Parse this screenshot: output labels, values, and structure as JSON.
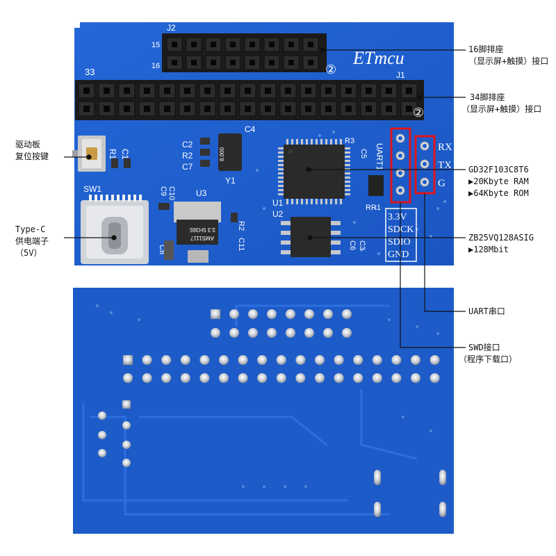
{
  "board": {
    "logo": "ETmcu",
    "silkscreen": {
      "j2": "J2",
      "j2_pin_15": "15",
      "j2_pin_16": "16",
      "j2_mark": "②",
      "j1": "J1",
      "j1_pin_33": "33",
      "j1_mark": "②",
      "sw1": "SW1",
      "r1": "R1",
      "c1": "C1",
      "c2": "C2",
      "r2": "R2",
      "c7": "C7",
      "y1": "Y1",
      "crystal_freq": "8.000",
      "c4": "C4",
      "r3": "R3",
      "c5": "C5",
      "u1": "U1",
      "u2": "U2",
      "u3": "U3",
      "c9": "C9",
      "c10": "C10",
      "c11": "C11",
      "r2b": "R2",
      "c6": "C6",
      "c3": "C3",
      "c8": "C8",
      "rr1": "RR1",
      "uart1": "UART1",
      "ldo_text": "AMS1117",
      "ldo_text2": "3.3 5H365",
      "rx": "RX",
      "tx": "TX",
      "g": "G",
      "swd_33v": "3.3V",
      "swd_sdck": "SDCK",
      "swd_sdio": "SDIO",
      "swd_gnd": "GND"
    }
  },
  "annotations": {
    "header16": [
      "16脚排座",
      "（显示屏+触摸）接口"
    ],
    "header34": [
      "34脚排座",
      "（显示屏+触摸）接口"
    ],
    "reset": [
      "驱动板",
      "复位按键"
    ],
    "mcu": [
      "GD32F103C8T6",
      "▶20Kbyte RAM",
      "▶64Kbyte ROM"
    ],
    "typec": [
      "Type-C",
      "供电端子",
      "（5V）"
    ],
    "flash": [
      "ZB25VQ128ASIG",
      "▶128Mbit"
    ],
    "uart": [
      "UART串口"
    ],
    "swd": [
      "SWD接口",
      "（程序下载口）"
    ]
  },
  "colors": {
    "pcb": "#1f5fd0",
    "pcb_dark": "#174fb6",
    "silk": "#ffffff",
    "header": "#1b1b1b",
    "highlight": "#e0141b"
  }
}
